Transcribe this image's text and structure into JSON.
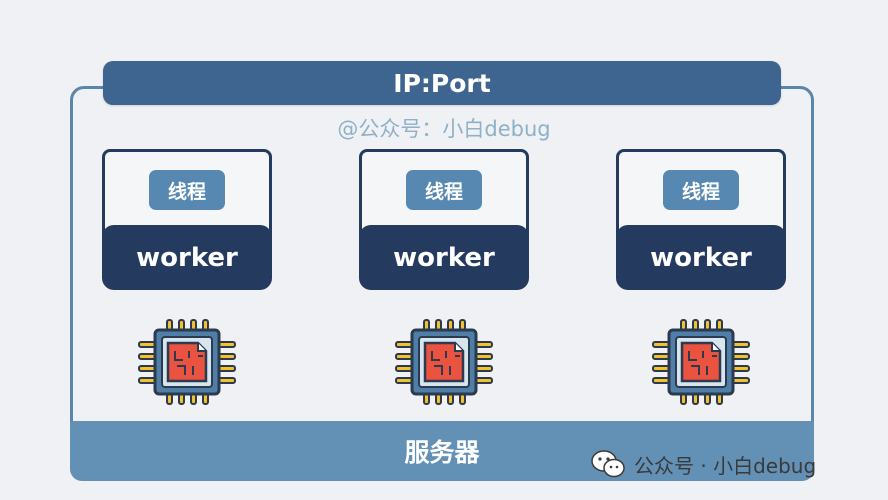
{
  "header": {
    "title": "IP:Port"
  },
  "watermark_top": "@公众号：小白debug",
  "workers": [
    {
      "thread_label": "线程",
      "worker_label": "worker"
    },
    {
      "thread_label": "线程",
      "worker_label": "worker"
    },
    {
      "thread_label": "线程",
      "worker_label": "worker"
    }
  ],
  "chips": [
    {
      "icon": "cpu-chip-icon"
    },
    {
      "icon": "cpu-chip-icon"
    },
    {
      "icon": "cpu-chip-icon"
    }
  ],
  "footer": {
    "label": "服务器"
  },
  "watermark_bottom": {
    "text": "公众号 · 小白debug",
    "icon": "wechat-icon"
  },
  "colors": {
    "background": "#eff1f4",
    "header_bar": "#3e6590",
    "outer_border": "#5a85ad",
    "thread_badge": "#5688b1",
    "worker_bar": "#243a5e",
    "footer_bar": "#6390b5",
    "chip_core": "#e9533f",
    "chip_pins": "#f3c12b"
  }
}
